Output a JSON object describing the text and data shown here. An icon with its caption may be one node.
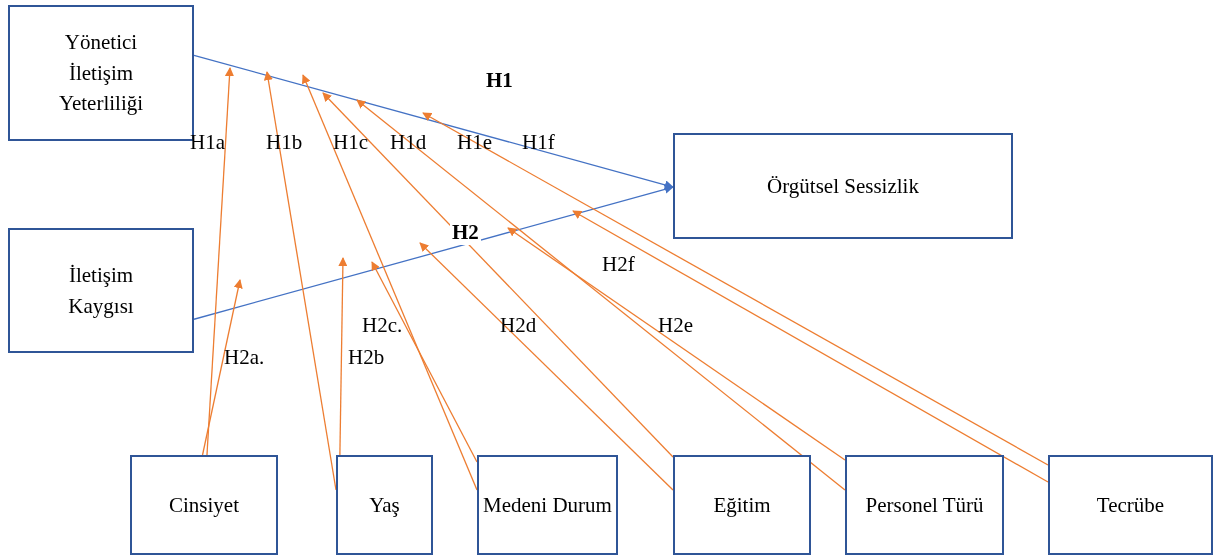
{
  "diagram": {
    "nodes": [
      {
        "text": [
          "Yönetici İletişim Yeterliliği"
        ]
      },
      {
        "text": [
          "İletişim Kaygısı"
        ]
      },
      {
        "text": [
          "Örgütsel Sessizlik"
        ]
      },
      {
        "text": [
          "Cinsiyet"
        ]
      },
      {
        "text": [
          "Yaş"
        ]
      },
      {
        "text": [
          "Medeni Durum"
        ]
      },
      {
        "text": [
          "Eğitim"
        ]
      },
      {
        "text": [
          "Personel Türü"
        ]
      },
      {
        "text": [
          "Tecrübe"
        ]
      }
    ],
    "edges": [
      {
        "from": 0,
        "to": 2,
        "arrow": "to",
        "label": "H1",
        "color": "#4472c4"
      },
      {
        "from": 1,
        "to": 2,
        "arrow": "to",
        "label": "H2",
        "color": "#4472c4"
      },
      {
        "from": 3,
        "to": null,
        "arrow": "to"
      },
      {
        "from": 3,
        "to": null,
        "arrow": "to"
      },
      {
        "from": 4,
        "to": null,
        "arrow": "to"
      },
      {
        "from": 4,
        "to": null,
        "arrow": "to"
      },
      {
        "from": 5,
        "to": null,
        "arrow": "to"
      },
      {
        "from": 5,
        "to": null,
        "arrow": "to"
      },
      {
        "from": 6,
        "to": null,
        "arrow": "to"
      },
      {
        "from": 6,
        "to": null,
        "arrow": "to"
      },
      {
        "from": 7,
        "to": null,
        "arrow": "to"
      },
      {
        "from": 7,
        "to": null,
        "arrow": "to"
      },
      {
        "from": 8,
        "to": null,
        "arrow": "to"
      },
      {
        "from": 8,
        "to": null,
        "arrow": "to"
      }
    ],
    "labels": [
      "H1a",
      "H1b",
      "H1c",
      "H1d",
      "H1e",
      "H1f",
      "H2f",
      "H2c.",
      "H2d",
      "H2e",
      "H2a.",
      "H2b"
    ]
  }
}
